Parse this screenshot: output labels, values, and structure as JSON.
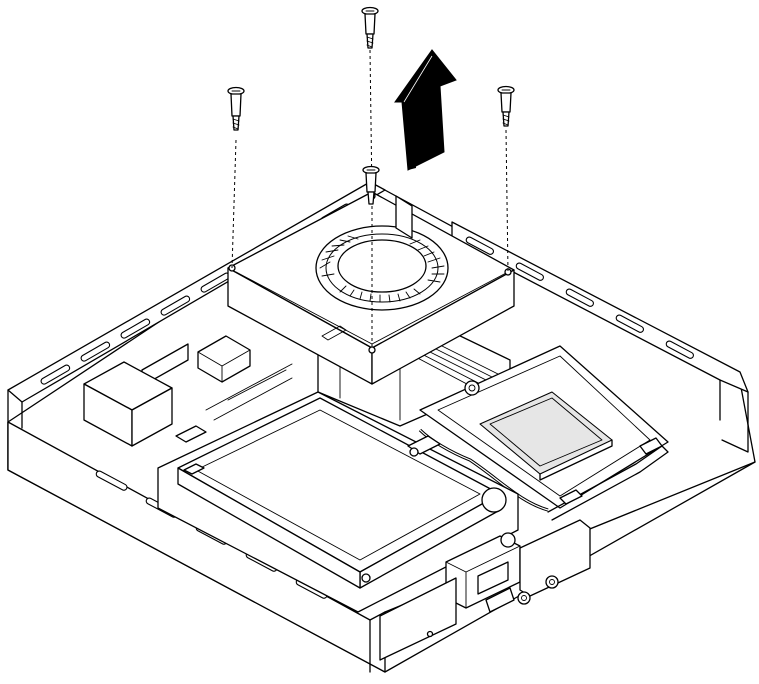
{
  "figure": {
    "subject": "fan-heatsink-removal",
    "screw_count": 4,
    "arrow_direction": "up",
    "colors": {
      "line": "#000000",
      "background": "#ffffff",
      "shade": "#e6e6e6"
    }
  }
}
